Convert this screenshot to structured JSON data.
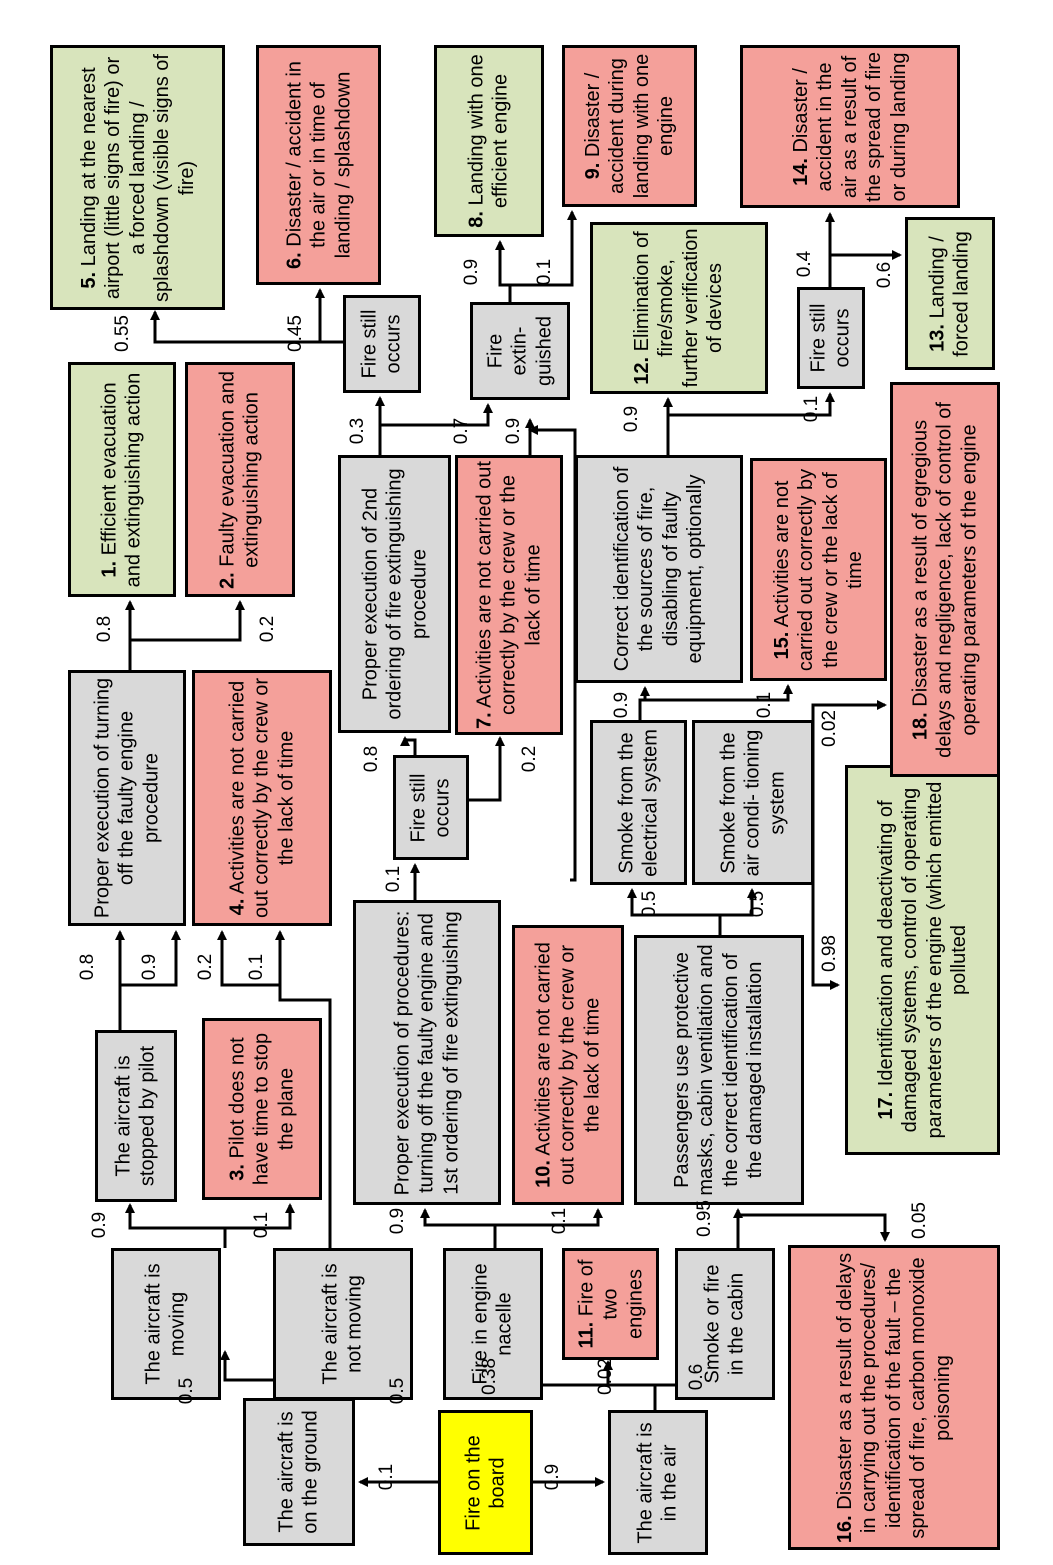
{
  "nodes": {
    "root": {
      "text": "Fire on the board"
    },
    "g": {
      "text": "The aircraft is on the ground"
    },
    "a": {
      "text": "The aircraft is in the air"
    },
    "gm": {
      "text": "The aircraft is moving"
    },
    "gn": {
      "text": "The aircraft is not moving"
    },
    "stop": {
      "text": "The aircraft is stopped by pilot"
    },
    "n3": {
      "num": "3.",
      "text": "Pilot does not have time to stop the plane"
    },
    "t": {
      "text": "Proper execution of turning off the faulty engine procedure"
    },
    "n4": {
      "num": "4.",
      "text": "Activities are not carried out correctly by the crew or the lack of time"
    },
    "n1": {
      "num": "1.",
      "text": "Efficient evacuation and extinguishing action"
    },
    "n2": {
      "num": "2.",
      "text": "Faulty evacuation and extinguishing action"
    },
    "fs1": {
      "text": "Fire still occurs"
    },
    "n5": {
      "num": "5.",
      "text": "Landing at the nearest airport (little signs of fire) or a forced landing / splashdown (visible signs of fire)"
    },
    "n6": {
      "num": "6.",
      "text": "Disaster / accident in the air or in time of landing / splashdown"
    },
    "fen": {
      "text": "Fire in engine nacelle"
    },
    "n11": {
      "num": "11.",
      "text": "Fire of two engines"
    },
    "smk": {
      "text": "Smoke or fire in the cabin"
    },
    "pe1": {
      "text": "Proper execution of procedures: turning off the faulty engine and 1st ordering of fire extinguishing"
    },
    "n10": {
      "num": "10.",
      "text": "Activities are not carried out correctly by the crew or the lack of time"
    },
    "fs2": {
      "text": "Fire still occurs"
    },
    "pe2": {
      "text": "Proper execution of 2nd ordering of fire extinguishing procedure"
    },
    "n7": {
      "num": "7.",
      "text": "Activities are not carried out correctly by the crew or the lack of time"
    },
    "fs3": {
      "text": "Fire still occurs"
    },
    "fext": {
      "text": "Fire extin- guished"
    },
    "n8": {
      "num": "8.",
      "text": "Landing with one efficient engine"
    },
    "n9": {
      "num": "9.",
      "text": "Disaster / accident during landing with one engine"
    },
    "pas": {
      "text": "Passengers use protective masks, cabin ventilation and the correct identification of the damaged installation"
    },
    "sel": {
      "text": "Smoke from the electrical system"
    },
    "sac": {
      "text": "Smoke from the air condi- tioning system"
    },
    "cor": {
      "text": "Correct identification of the sources of fire, disabling of faulty equipment, optionally"
    },
    "n15": {
      "num": "15.",
      "text": "Activities are not carried out correctly by the crew or the lack of time"
    },
    "n12": {
      "num": "12.",
      "text": "Elimination of fire/smoke, further verification of devices"
    },
    "fs4": {
      "text": "Fire still occurs"
    },
    "n13": {
      "num": "13.",
      "text": "Landing / forced landing"
    },
    "n14": {
      "num": "14.",
      "text": "Disaster / accident in the air as a result of the spread of fire or during landing"
    },
    "n16": {
      "num": "16.",
      "text": "Disaster as a result of delays in carrying out the procedures/ identification of the fault – the spread of fire, carbon monoxide poisoning"
    },
    "n17": {
      "num": "17.",
      "text": "Identification and deactivating of damaged systems, control of operating parameters of the engine (which emitted polluted"
    },
    "n18": {
      "num": "18.",
      "text": "Disaster as a result of egregious delays and negligence, lack of control of operating parameters of the engine"
    }
  },
  "probabilities": {
    "root_g": "0.1",
    "root_a": "0.9",
    "g_gm": "0.5",
    "g_gn": "0.5",
    "gm_stop": "0.9",
    "gm_n3": "0.1",
    "stop_t": "0.8",
    "stop_n4": "0.2",
    "gn_t": "0.9",
    "gn_n4": "0.1",
    "t_n1": "0.8",
    "t_n2": "0.2",
    "fs1_n5": "0.55",
    "fs1_n6": "0.45",
    "a_fen": "0.38",
    "a_n11": "0.02",
    "a_smk": "0.6",
    "fen_pe1": "0.9",
    "fen_n10": "0.1",
    "pe1_fs2": "0.1",
    "fs2_pe2": "0.8",
    "fs2_n7": "0.2",
    "pe2_fs3": "0.3",
    "pe2_fext": "0.7",
    "n7_fext": "0.9",
    "fext_n8": "0.9",
    "fext_n9": "0.1",
    "smk_pas": "0.95",
    "smk_n16": "0.05",
    "pas_sel": "0.5",
    "pas_sac": "0.5",
    "sel_cor": "0.9",
    "sel_n15": "0.1",
    "sac_n17": "0.98",
    "sac_n18": "0.02",
    "cor_n12": "0.9",
    "cor_fs4": "0.1",
    "fs4_n14": "0.4",
    "fs4_n13": "0.6"
  }
}
